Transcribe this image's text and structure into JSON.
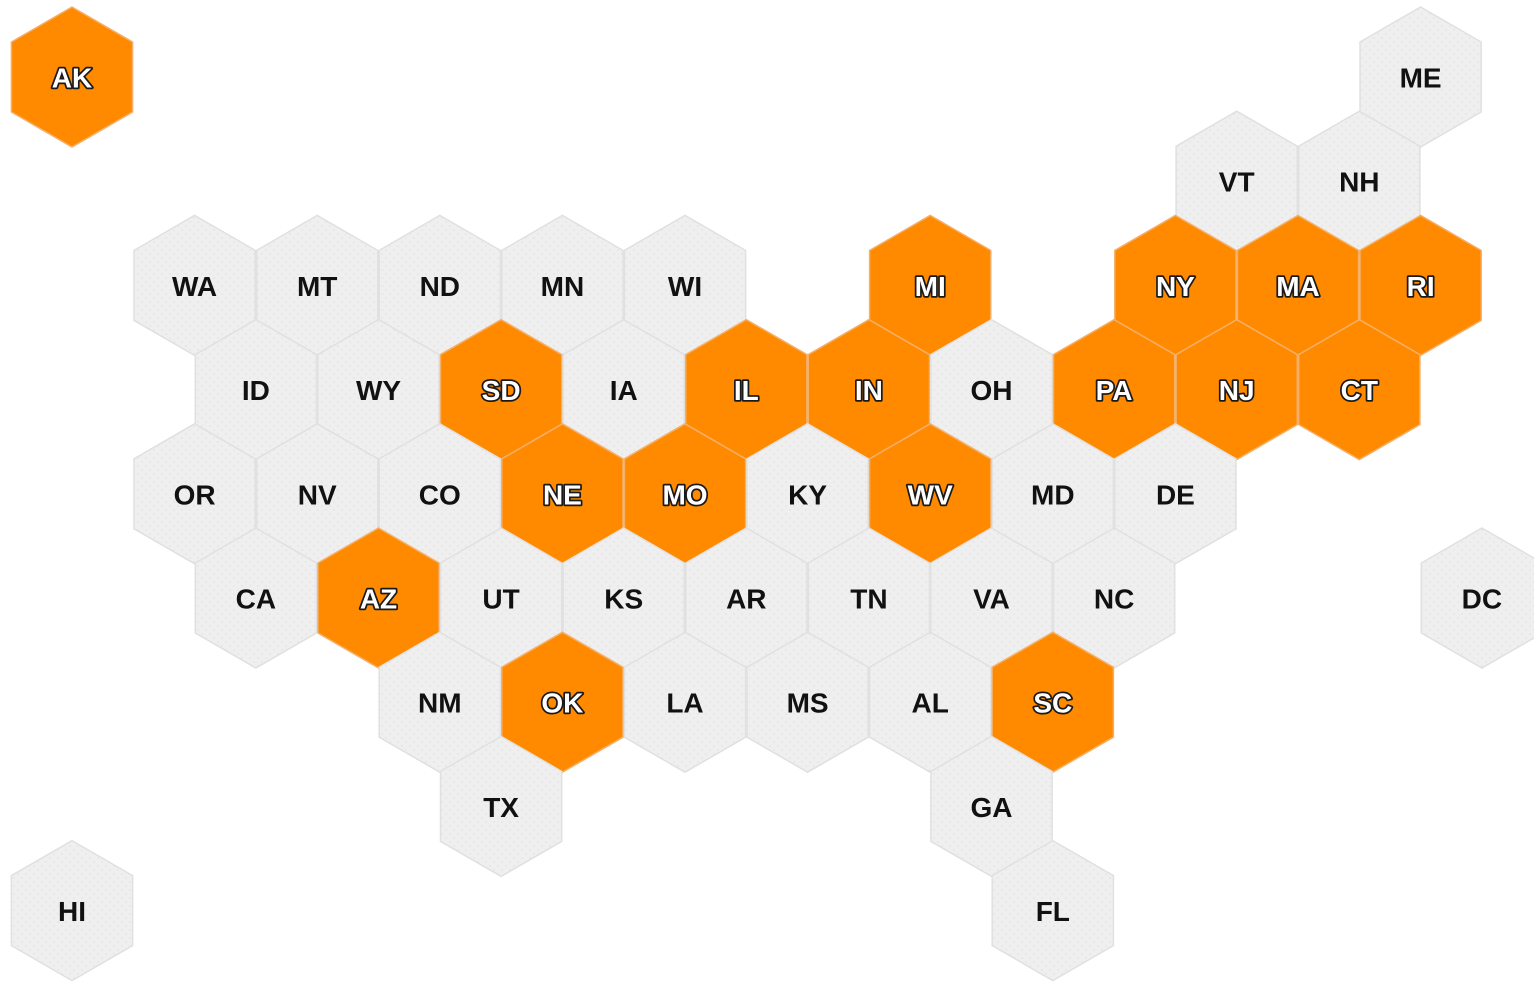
{
  "map": {
    "colors": {
      "highlighted": "#ff8a00",
      "default": "#efefef",
      "text_default": "#111111",
      "text_highlighted": "#ffffff"
    },
    "states": [
      {
        "abbr": "AK",
        "row": 0,
        "col": 0,
        "highlighted": true
      },
      {
        "abbr": "ME",
        "row": 0,
        "col": 11,
        "highlighted": false
      },
      {
        "abbr": "VT",
        "row": 1,
        "col": 9.5,
        "highlighted": false
      },
      {
        "abbr": "NH",
        "row": 1,
        "col": 10.5,
        "highlighted": false
      },
      {
        "abbr": "WA",
        "row": 2,
        "col": 1,
        "highlighted": false
      },
      {
        "abbr": "MT",
        "row": 2,
        "col": 2,
        "highlighted": false
      },
      {
        "abbr": "ND",
        "row": 2,
        "col": 3,
        "highlighted": false
      },
      {
        "abbr": "MN",
        "row": 2,
        "col": 4,
        "highlighted": false
      },
      {
        "abbr": "WI",
        "row": 2,
        "col": 5,
        "highlighted": false
      },
      {
        "abbr": "MI",
        "row": 2,
        "col": 7,
        "highlighted": true
      },
      {
        "abbr": "NY",
        "row": 2,
        "col": 9,
        "highlighted": true
      },
      {
        "abbr": "MA",
        "row": 2,
        "col": 10,
        "highlighted": true
      },
      {
        "abbr": "RI",
        "row": 2,
        "col": 11,
        "highlighted": true
      },
      {
        "abbr": "ID",
        "row": 3,
        "col": 1.5,
        "highlighted": false
      },
      {
        "abbr": "WY",
        "row": 3,
        "col": 2.5,
        "highlighted": false
      },
      {
        "abbr": "SD",
        "row": 3,
        "col": 3.5,
        "highlighted": true
      },
      {
        "abbr": "IA",
        "row": 3,
        "col": 4.5,
        "highlighted": false
      },
      {
        "abbr": "IL",
        "row": 3,
        "col": 5.5,
        "highlighted": true
      },
      {
        "abbr": "IN",
        "row": 3,
        "col": 6.5,
        "highlighted": true
      },
      {
        "abbr": "OH",
        "row": 3,
        "col": 7.5,
        "highlighted": false
      },
      {
        "abbr": "PA",
        "row": 3,
        "col": 8.5,
        "highlighted": true
      },
      {
        "abbr": "NJ",
        "row": 3,
        "col": 9.5,
        "highlighted": true
      },
      {
        "abbr": "CT",
        "row": 3,
        "col": 10.5,
        "highlighted": true
      },
      {
        "abbr": "OR",
        "row": 4,
        "col": 1,
        "highlighted": false
      },
      {
        "abbr": "NV",
        "row": 4,
        "col": 2,
        "highlighted": false
      },
      {
        "abbr": "CO",
        "row": 4,
        "col": 3,
        "highlighted": false
      },
      {
        "abbr": "NE",
        "row": 4,
        "col": 4,
        "highlighted": true
      },
      {
        "abbr": "MO",
        "row": 4,
        "col": 5,
        "highlighted": true
      },
      {
        "abbr": "KY",
        "row": 4,
        "col": 6,
        "highlighted": false
      },
      {
        "abbr": "WV",
        "row": 4,
        "col": 7,
        "highlighted": true
      },
      {
        "abbr": "MD",
        "row": 4,
        "col": 8,
        "highlighted": false
      },
      {
        "abbr": "DE",
        "row": 4,
        "col": 9,
        "highlighted": false
      },
      {
        "abbr": "CA",
        "row": 5,
        "col": 1.5,
        "highlighted": false
      },
      {
        "abbr": "AZ",
        "row": 5,
        "col": 2.5,
        "highlighted": true
      },
      {
        "abbr": "UT",
        "row": 5,
        "col": 3.5,
        "highlighted": false
      },
      {
        "abbr": "KS",
        "row": 5,
        "col": 4.5,
        "highlighted": false
      },
      {
        "abbr": "AR",
        "row": 5,
        "col": 5.5,
        "highlighted": false
      },
      {
        "abbr": "TN",
        "row": 5,
        "col": 6.5,
        "highlighted": false
      },
      {
        "abbr": "VA",
        "row": 5,
        "col": 7.5,
        "highlighted": false
      },
      {
        "abbr": "NC",
        "row": 5,
        "col": 8.5,
        "highlighted": false
      },
      {
        "abbr": "DC",
        "row": 5,
        "col": 11.5,
        "highlighted": false
      },
      {
        "abbr": "NM",
        "row": 6,
        "col": 3,
        "highlighted": false
      },
      {
        "abbr": "OK",
        "row": 6,
        "col": 4,
        "highlighted": true
      },
      {
        "abbr": "LA",
        "row": 6,
        "col": 5,
        "highlighted": false
      },
      {
        "abbr": "MS",
        "row": 6,
        "col": 6,
        "highlighted": false
      },
      {
        "abbr": "AL",
        "row": 6,
        "col": 7,
        "highlighted": false
      },
      {
        "abbr": "SC",
        "row": 6,
        "col": 8,
        "highlighted": true
      },
      {
        "abbr": "TX",
        "row": 7,
        "col": 3.5,
        "highlighted": false
      },
      {
        "abbr": "GA",
        "row": 7,
        "col": 7.5,
        "highlighted": false
      },
      {
        "abbr": "HI",
        "row": 8,
        "col": 0,
        "highlighted": false
      },
      {
        "abbr": "FL",
        "row": 8,
        "col": 8,
        "highlighted": false
      }
    ]
  }
}
